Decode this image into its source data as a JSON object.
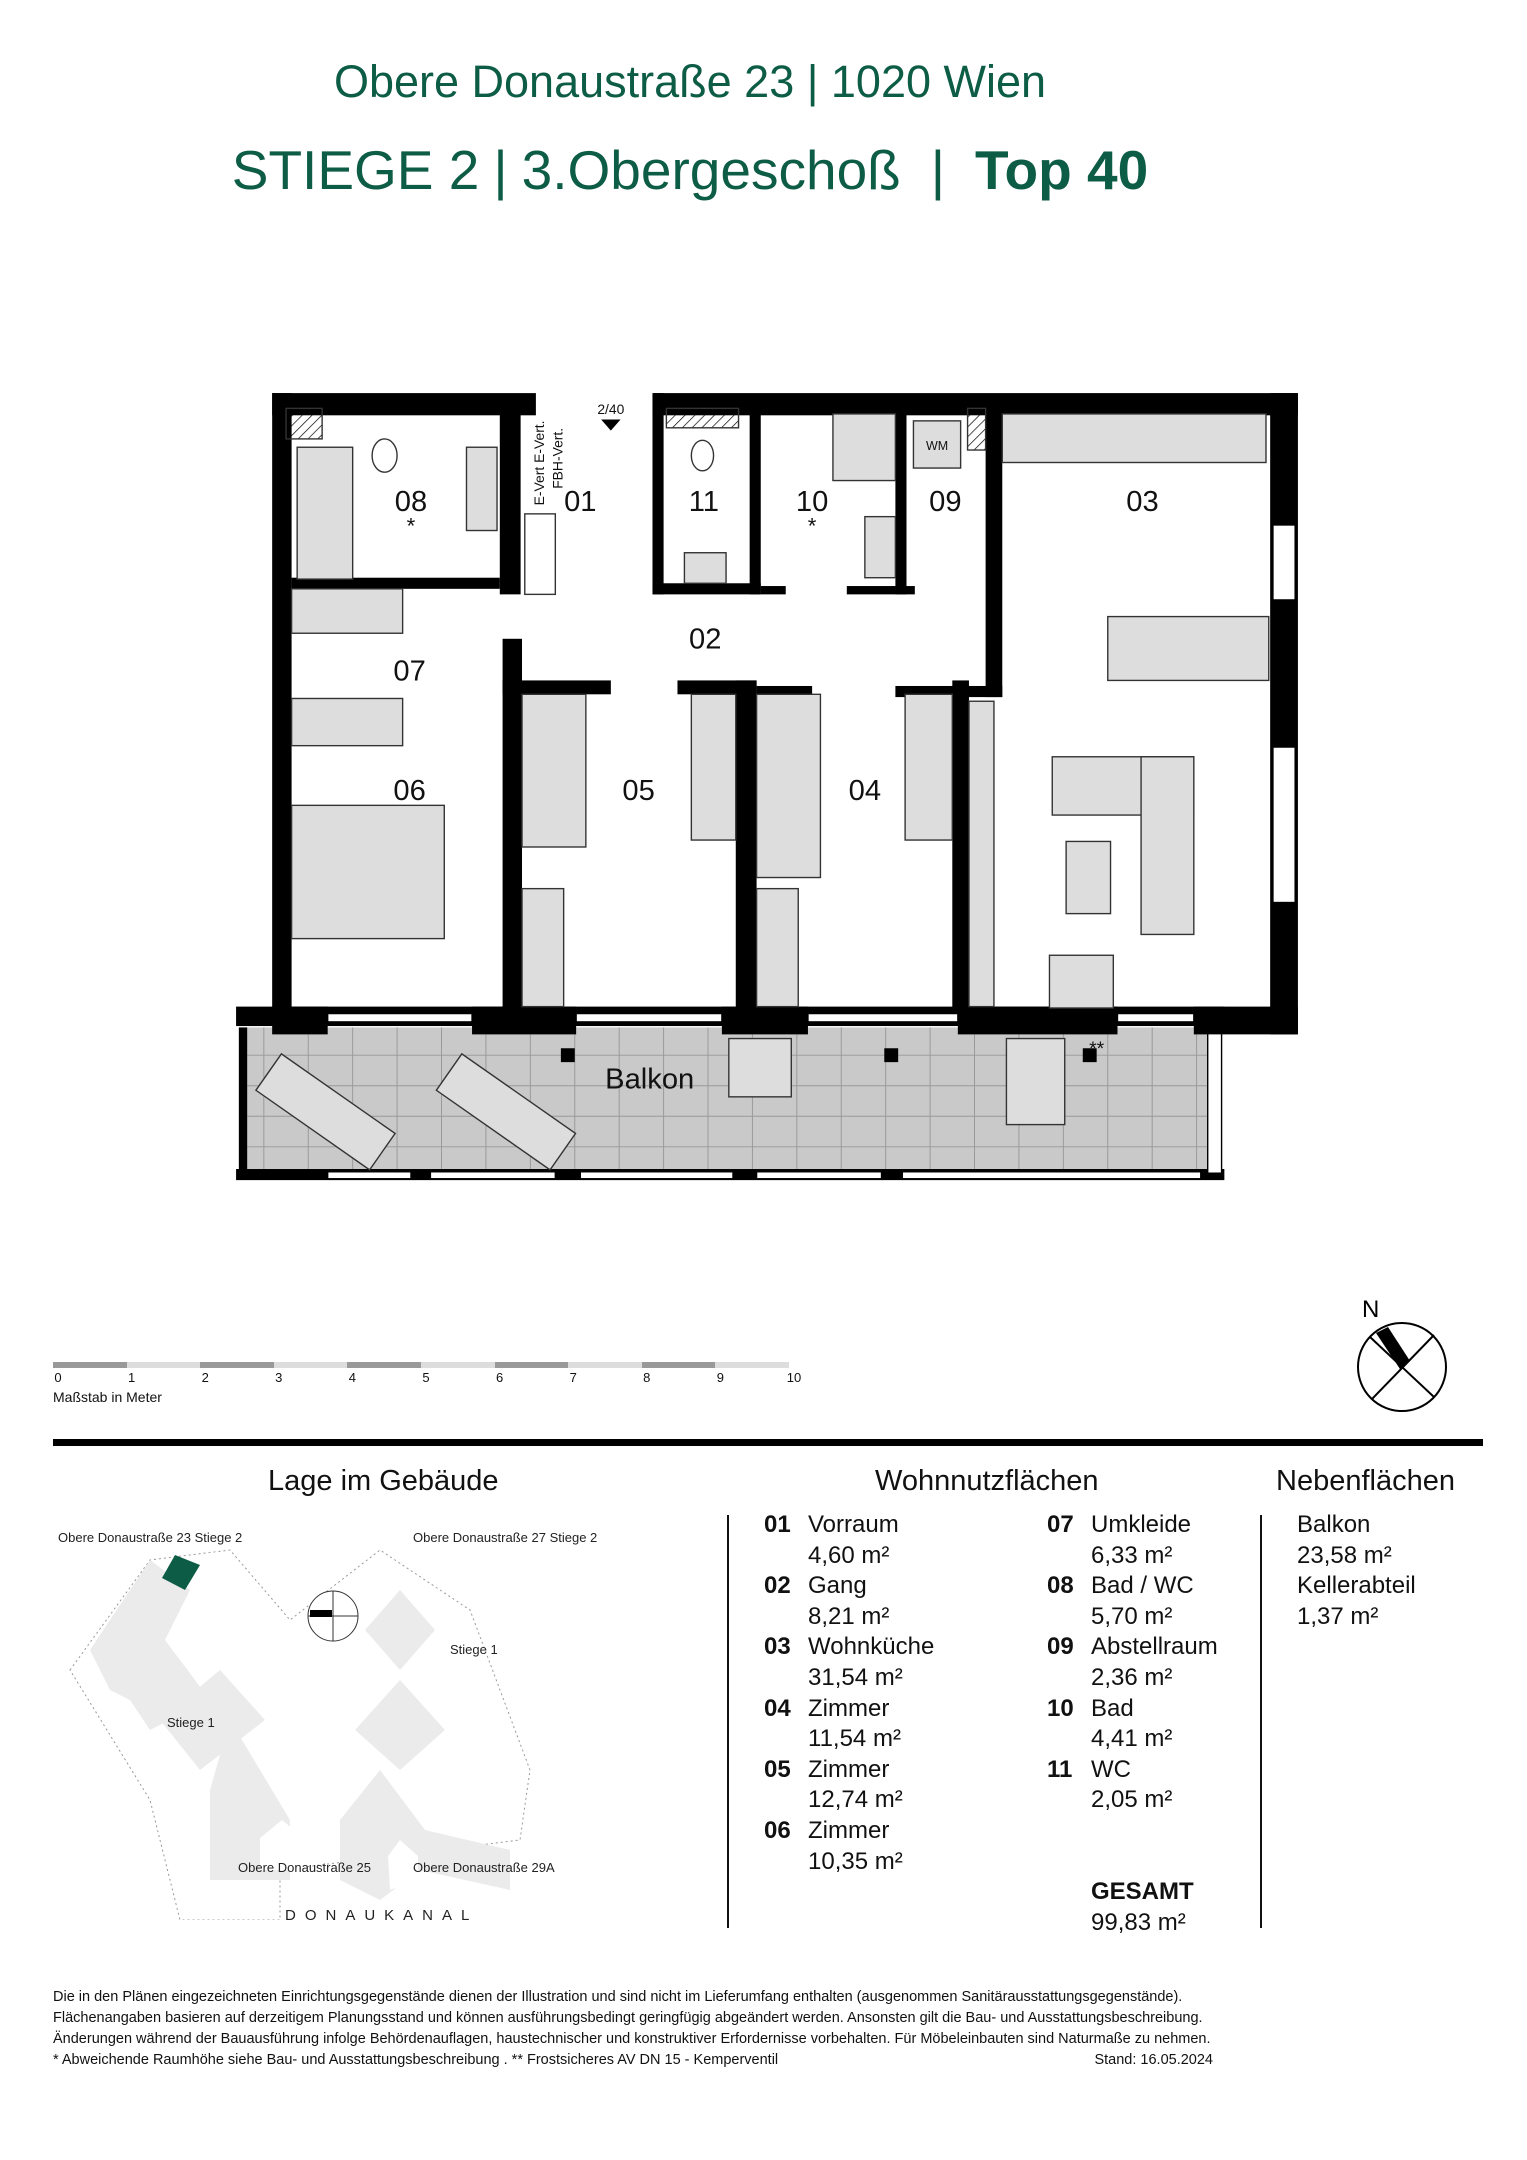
{
  "header": {
    "address": "Obere Donaustraße 23 | 1020 Wien",
    "stiege": "STIEGE 2",
    "geschoss": "3.Obergeschoß",
    "top": "Top 40"
  },
  "plan": {
    "rooms": [
      {
        "id": "08"
      },
      {
        "id": "01"
      },
      {
        "id": "11"
      },
      {
        "id": "10"
      },
      {
        "id": "09"
      },
      {
        "id": "03"
      },
      {
        "id": "02"
      },
      {
        "id": "07"
      },
      {
        "id": "06"
      },
      {
        "id": "05"
      },
      {
        "id": "04"
      }
    ],
    "balkon": "Balkon",
    "entrance": "2/40",
    "asterisk": "*",
    "double_asterisk": "**",
    "wm": "WM",
    "labels": {
      "evert1": "E-Vert",
      "evert2": "E-Vert.",
      "fbh": "FBH-Vert."
    }
  },
  "scale": {
    "ticks": [
      "0",
      "1",
      "2",
      "3",
      "4",
      "5",
      "6",
      "7",
      "8",
      "9",
      "10"
    ],
    "label": "Maßstab in Meter"
  },
  "compass": {
    "north": "N"
  },
  "lage": {
    "title": "Lage im Gebäude",
    "labels": [
      "Obere Donaustraße 23 Stiege 2",
      "Obere Donaustraße 27 Stiege 2",
      "Stiege 1",
      "Stiege 1",
      "Obere Donaustraße 25",
      "Obere Donaustraße 29A",
      "DONAUKANAL"
    ],
    "highlight_color": "#0d5c45"
  },
  "wohn": {
    "title": "Wohnnutzflächen",
    "items": [
      {
        "n": "01",
        "name": "Vorraum",
        "area": "4,60 m²"
      },
      {
        "n": "02",
        "name": "Gang",
        "area": "8,21 m²"
      },
      {
        "n": "03",
        "name": "Wohnküche",
        "area": "31,54 m²"
      },
      {
        "n": "04",
        "name": "Zimmer",
        "area": "11,54 m²"
      },
      {
        "n": "05",
        "name": "Zimmer",
        "area": "12,74 m²"
      },
      {
        "n": "06",
        "name": "Zimmer",
        "area": "10,35 m²"
      },
      {
        "n": "07",
        "name": "Umkleide",
        "area": "6,33 m²"
      },
      {
        "n": "08",
        "name": "Bad / WC",
        "area": "5,70 m²"
      },
      {
        "n": "09",
        "name": "Abstellraum",
        "area": "2,36 m²"
      },
      {
        "n": "10",
        "name": "Bad",
        "area": "4,41 m²"
      },
      {
        "n": "11",
        "name": "WC",
        "area": "2,05 m²"
      }
    ],
    "total_label": "GESAMT",
    "total": "99,83 m²"
  },
  "neben": {
    "title": "Nebenflächen",
    "items": [
      {
        "name": "Balkon",
        "area": "23,58 m²"
      },
      {
        "name": "Kellerabteil",
        "area": "1,37 m²"
      }
    ]
  },
  "footer": {
    "lines": [
      "Die in den Plänen eingezeichneten Einrichtungsgegenstände dienen der Illustration und sind nicht im Lieferumfang enthalten (ausgenommen Sanitärausstattungsgegenstände).",
      "Flächenangaben basieren auf derzeitigem Planungsstand und können ausführungsbedingt geringfügig abgeändert werden. Ansonsten gilt die Bau- und Ausstattungsbeschreibung.",
      "Änderungen während der Bauausführung infolge Behördenauflagen, haustechnischer und konstruktiver Erfordernisse vorbehalten. Für Möbeleinbauten sind Naturmaße zu nehmen.",
      "* Abweichende Raumhöhe siehe Bau- und Ausstattungsbeschreibung . ** Frostsicheres AV DN 15 - Kemperventil"
    ],
    "stand": "Stand: 16.05.2024"
  },
  "colors": {
    "brand": "#0d5c45"
  }
}
